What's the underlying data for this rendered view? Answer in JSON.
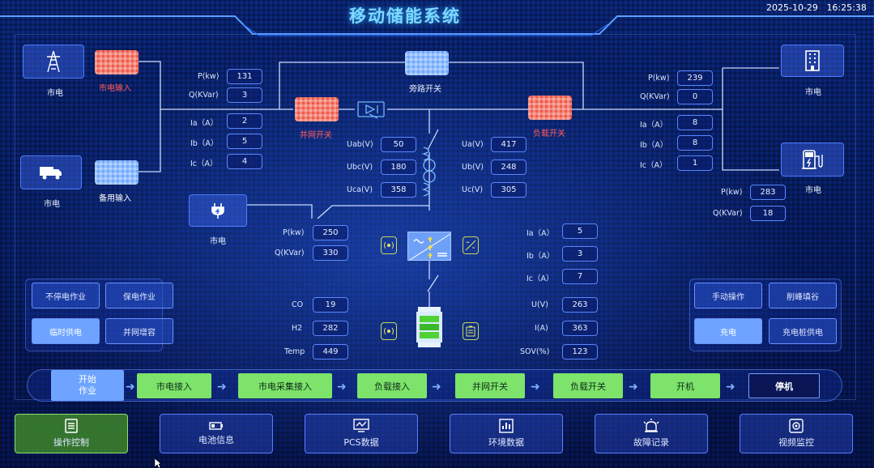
{
  "header": {
    "title": "移动储能系统",
    "date": "2025-10-29",
    "time": "16:25:38"
  },
  "left": {
    "grid_top_label": "市电",
    "grid_input_label": "市电输入",
    "grid_bottom_label": "市电",
    "backup_input_label": "备用输入",
    "plug_label": "市电",
    "p_label": "P(kw)",
    "p_value": "131",
    "q_label": "Q(KVar)",
    "q_value": "3",
    "ia_label": "Ia（A）",
    "ia_value": "2",
    "ib_label": "Ib（A）",
    "ib_value": "5",
    "ic_label": "Ic（A）",
    "ic_value": "4"
  },
  "center": {
    "bypass_label": "旁路开关",
    "grid_switch_label": "并网开关",
    "load_switch_label": "负载开关",
    "uab_label": "Uab(V)",
    "uab_value": "50",
    "ubc_label": "Ubc(V)",
    "ubc_value": "180",
    "uca_label": "Uca(V)",
    "uca_value": "358",
    "ua_label": "Ua(V)",
    "ua_value": "417",
    "ub_label": "Ub(V)",
    "ub_value": "248",
    "uc_label": "Uc(V)",
    "uc_value": "305",
    "pcs_p_label": "P(kw)",
    "pcs_p_value": "250",
    "pcs_q_label": "Q(KVar)",
    "pcs_q_value": "330",
    "pcs_ia_label": "Ia（A）",
    "pcs_ia_value": "5",
    "pcs_ib_label": "Ib（A）",
    "pcs_ib_value": "3",
    "pcs_ic_label": "Ic（A）",
    "pcs_ic_value": "7",
    "co_label": "CO",
    "co_value": "19",
    "h2_label": "H2",
    "h2_value": "282",
    "temp_label": "Temp",
    "temp_value": "449",
    "u_label": "U(V)",
    "u_value": "263",
    "i_label": "I(A)",
    "i_value": "363",
    "soc_label": "SOV(%)",
    "soc_value": "123"
  },
  "right": {
    "p_label": "P(kw)",
    "p_value": "239",
    "q_label": "Q(KVar)",
    "q_value": "0",
    "ia_label": "Ia（A）",
    "ia_value": "8",
    "ib_label": "Ib（A）",
    "ib_value": "8",
    "ic_label": "Ic（A）",
    "ic_value": "1",
    "building_label": "市电",
    "charger_label": "市电",
    "cp_label": "P(kw)",
    "cp_value": "283",
    "cq_label": "Q(KVar)",
    "cq_value": "18"
  },
  "ops_left": [
    "不停电作业",
    "保电作业",
    "临时供电",
    "并网增容"
  ],
  "ops_right": [
    "手动操作",
    "削峰填谷",
    "充电",
    "充电桩供电"
  ],
  "flow": {
    "start": [
      "开始",
      "作业"
    ],
    "steps": [
      "市电接入",
      "市电采集接入",
      "负载接入",
      "并网开关",
      "负载开关",
      "开机"
    ],
    "stop": "停机"
  },
  "tabs": [
    "操作控制",
    "电池信息",
    "PCS数据",
    "环境数据",
    "故障记录",
    "视频监控"
  ],
  "colors": {
    "switch_closed": "#ef5a4a",
    "switch_open": "#6fa8ff",
    "active_tab": "#5a9a36",
    "step": "#7de36a"
  }
}
